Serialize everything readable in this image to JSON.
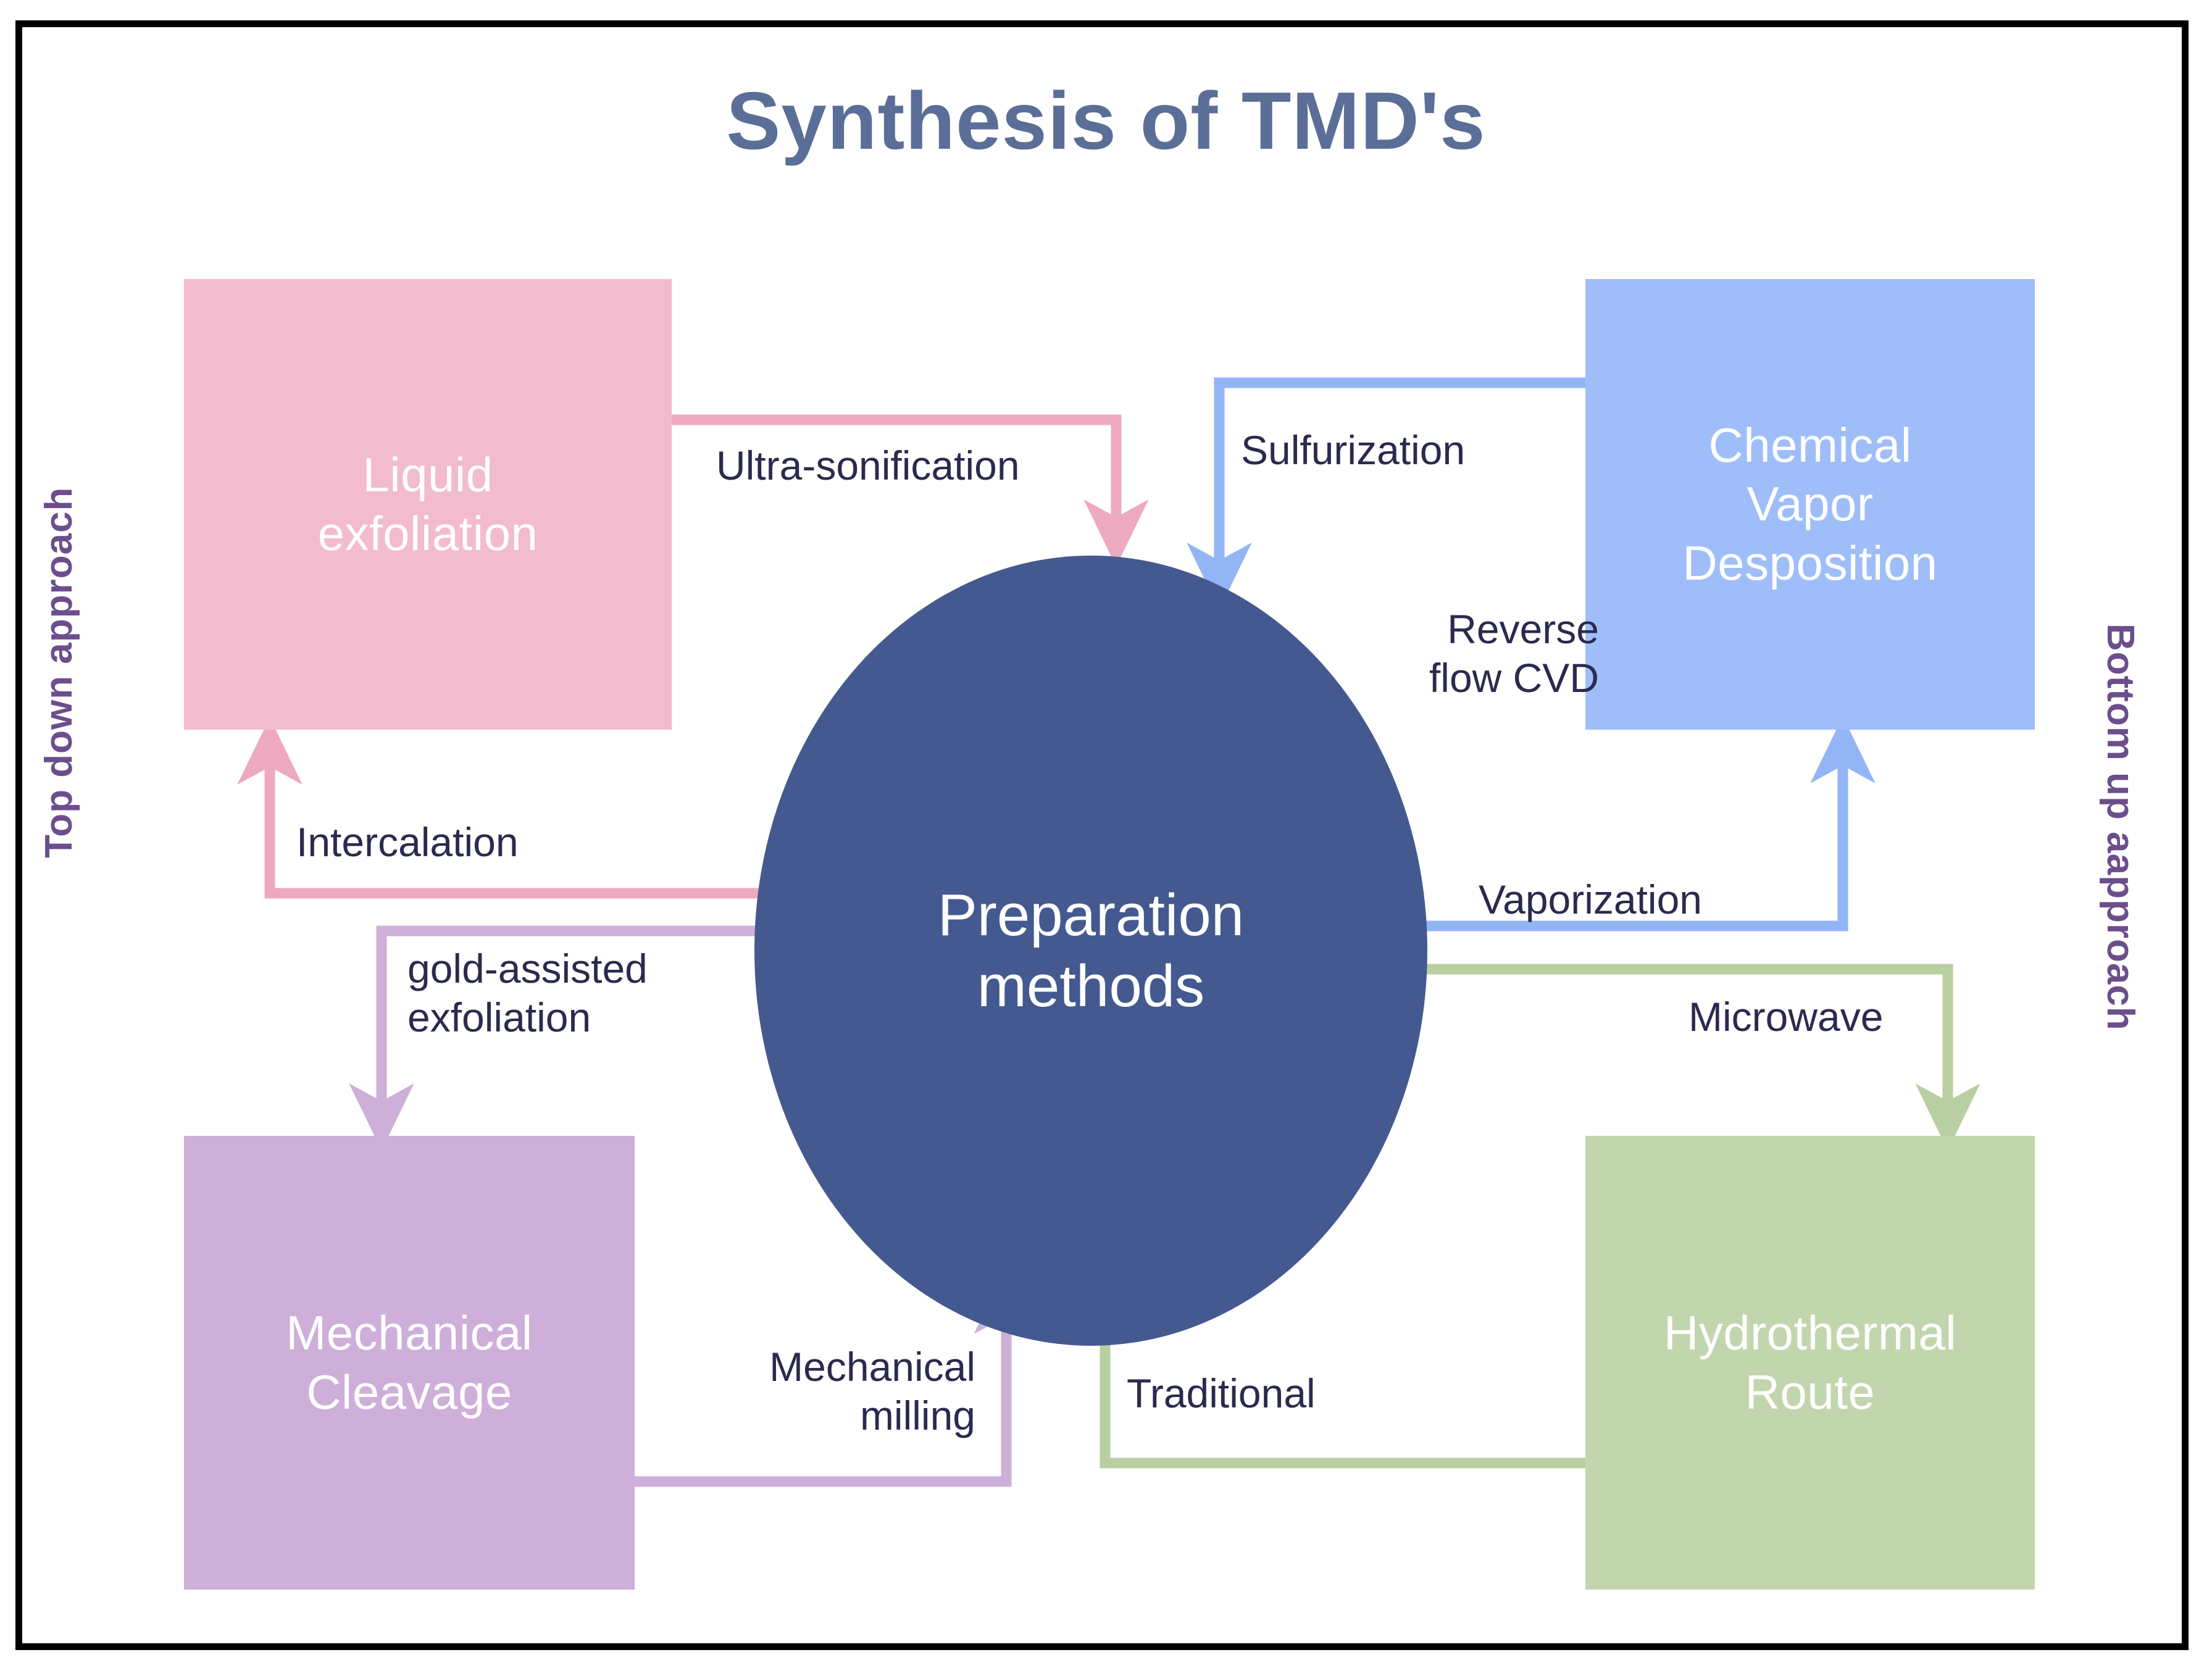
{
  "title": "Synthesis of TMD's",
  "side_labels": {
    "left": "Top down approach",
    "right": "Bottom up aapproach"
  },
  "center": {
    "label": "Preparation\nmethods",
    "color": "#44598F"
  },
  "nodes": [
    {
      "id": "liquid-exfoliation",
      "label": "Liquid\nexfoliation",
      "color": "#F2BCCE"
    },
    {
      "id": "chemical-vapor-deposition",
      "label": "Chemical\nVapor\nDesposition",
      "color": "#9FBEF9"
    },
    {
      "id": "mechanical-cleavage",
      "label": "Mechanical\nCleavage",
      "color": "#CDAFD9"
    },
    {
      "id": "hydrothermal-route",
      "label": "Hydrothermal\nRoute",
      "color": "#C2D6AE"
    }
  ],
  "edges": [
    {
      "id": "ultra-sonification",
      "label": "Ultra-sonification",
      "color": "#EDA9C0",
      "from": "liquid-exfoliation",
      "to": "center"
    },
    {
      "id": "intercalation",
      "label": "Intercalation",
      "color": "#EDA9C0",
      "from": "center",
      "to": "liquid-exfoliation"
    },
    {
      "id": "gold-assisted-exfoliation",
      "label": "gold-assisted\nexfoliation",
      "color": "#CDAFD9",
      "from": "center",
      "to": "mechanical-cleavage"
    },
    {
      "id": "mechanical-milling",
      "label": "Mechanical\nmilling",
      "color": "#CDAFD9",
      "from": "mechanical-cleavage",
      "to": "center"
    },
    {
      "id": "sulfurization",
      "label": "Sulfurization",
      "color": "#93B5F5",
      "from": "chemical-vapor-deposition",
      "to": "center"
    },
    {
      "id": "reverse-flow-cvd",
      "label": "Reverse\nflow CVD",
      "color": "#93B5F5",
      "from": "center",
      "to": "chemical-vapor-deposition"
    },
    {
      "id": "vaporization",
      "label": "Vaporization",
      "color": "#93B5F5",
      "from": "center",
      "to": "chemical-vapor-deposition"
    },
    {
      "id": "microwave",
      "label": "Microwave",
      "color": "#B8CFA2",
      "from": "center",
      "to": "hydrothermal-route"
    },
    {
      "id": "traditional",
      "label": "Traditional",
      "color": "#B8CFA2",
      "from": "hydrothermal-route",
      "to": "center"
    }
  ],
  "colors": {
    "title": "#5B6E97",
    "edge_label_text": "#2B2A4E",
    "side_label_text": "#6C4E8C",
    "border": "#000000",
    "background": "#FFFFFF"
  }
}
